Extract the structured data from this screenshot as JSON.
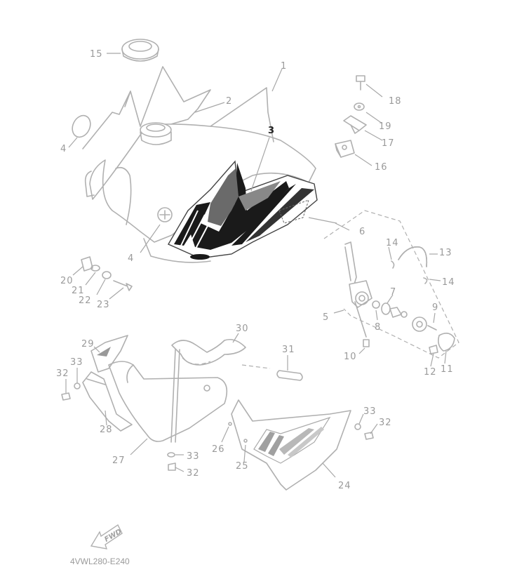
{
  "diagram": {
    "code": "4VWL280-E240",
    "fwd_label": "FWD",
    "callouts": {
      "c1": "1",
      "c2": "2",
      "c3": "3",
      "c4a": "4",
      "c4b": "4",
      "c5": "5",
      "c6": "6",
      "c7": "7",
      "c8": "8",
      "c9": "9",
      "c10": "10",
      "c11": "11",
      "c12": "12",
      "c13": "13",
      "c14a": "14",
      "c14b": "14",
      "c15": "15",
      "c16": "16",
      "c17": "17",
      "c18": "18",
      "c19": "19",
      "c20": "20",
      "c21": "21",
      "c22": "22",
      "c23": "23",
      "c24": "24",
      "c25": "25",
      "c26": "26",
      "c27": "27",
      "c28": "28",
      "c29": "29",
      "c30": "30",
      "c31": "31",
      "c32a": "32",
      "c32b": "32",
      "c32c": "32",
      "c33a": "33",
      "c33b": "33",
      "c33c": "33"
    },
    "colors": {
      "line": "#b0b0b0",
      "decal": "#1a1a1a",
      "label": "#9a9a9a"
    }
  }
}
